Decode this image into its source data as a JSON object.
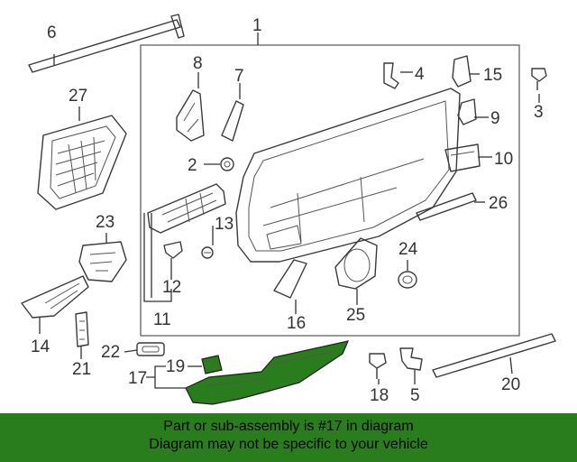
{
  "callouts": {
    "c1": "1",
    "c2": "2",
    "c3": "3",
    "c4": "4",
    "c5": "5",
    "c6": "6",
    "c7": "7",
    "c8": "8",
    "c9": "9",
    "c10": "10",
    "c11": "11",
    "c12": "12",
    "c13": "13",
    "c14": "14",
    "c15": "15",
    "c16": "16",
    "c17": "17",
    "c18": "18",
    "c19": "19",
    "c20": "20",
    "c21": "21",
    "c22": "22",
    "c23": "23",
    "c24": "24",
    "c25": "25",
    "c26": "26",
    "c27": "27"
  },
  "banner": {
    "line1": "Part or sub-assembly is #17 in diagram",
    "line2": "Diagram may not be specific to your vehicle"
  },
  "colors": {
    "highlight_fill": "#2a7d1c",
    "banner_bg": "#2a7d1c",
    "line": "#333333"
  }
}
